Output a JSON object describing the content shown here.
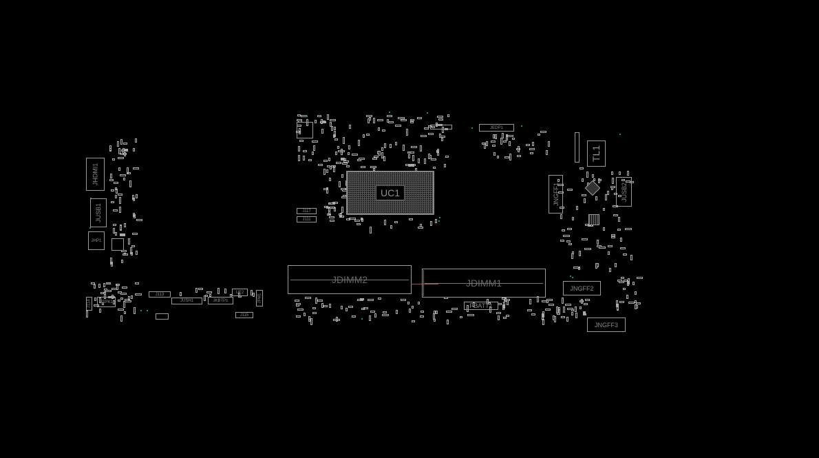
{
  "board": {
    "components": {
      "jhdmi1": "JHDMI1",
      "jusb1": "JUSB1",
      "jhp1": "JHP1",
      "jspk1": "JSPK1",
      "j114": "J114",
      "j113": "J113",
      "jush1": "JUSH1",
      "jkbtp1": "JKBTP1",
      "ue2": "UE2",
      "jfm1": "JFM1",
      "j115": "J115",
      "jedp1": "JEDP1",
      "uc1": "UC1",
      "j117": "J117",
      "j111": "J111",
      "jdimm2": "JDIMM2",
      "jdimm1": "JDIMM1",
      "pbatt1": "PBATT1",
      "jngff1": "JNGFF1",
      "tl1": "TL1",
      "jusb2": "JUSB2",
      "jngff2": "JNGFF2",
      "jngff3": "JNGFF3"
    },
    "colors": {
      "background": "#000000",
      "outline": "#9a9a9a",
      "via": "#1a8c8c",
      "highlight": "#8a5a5a"
    }
  }
}
